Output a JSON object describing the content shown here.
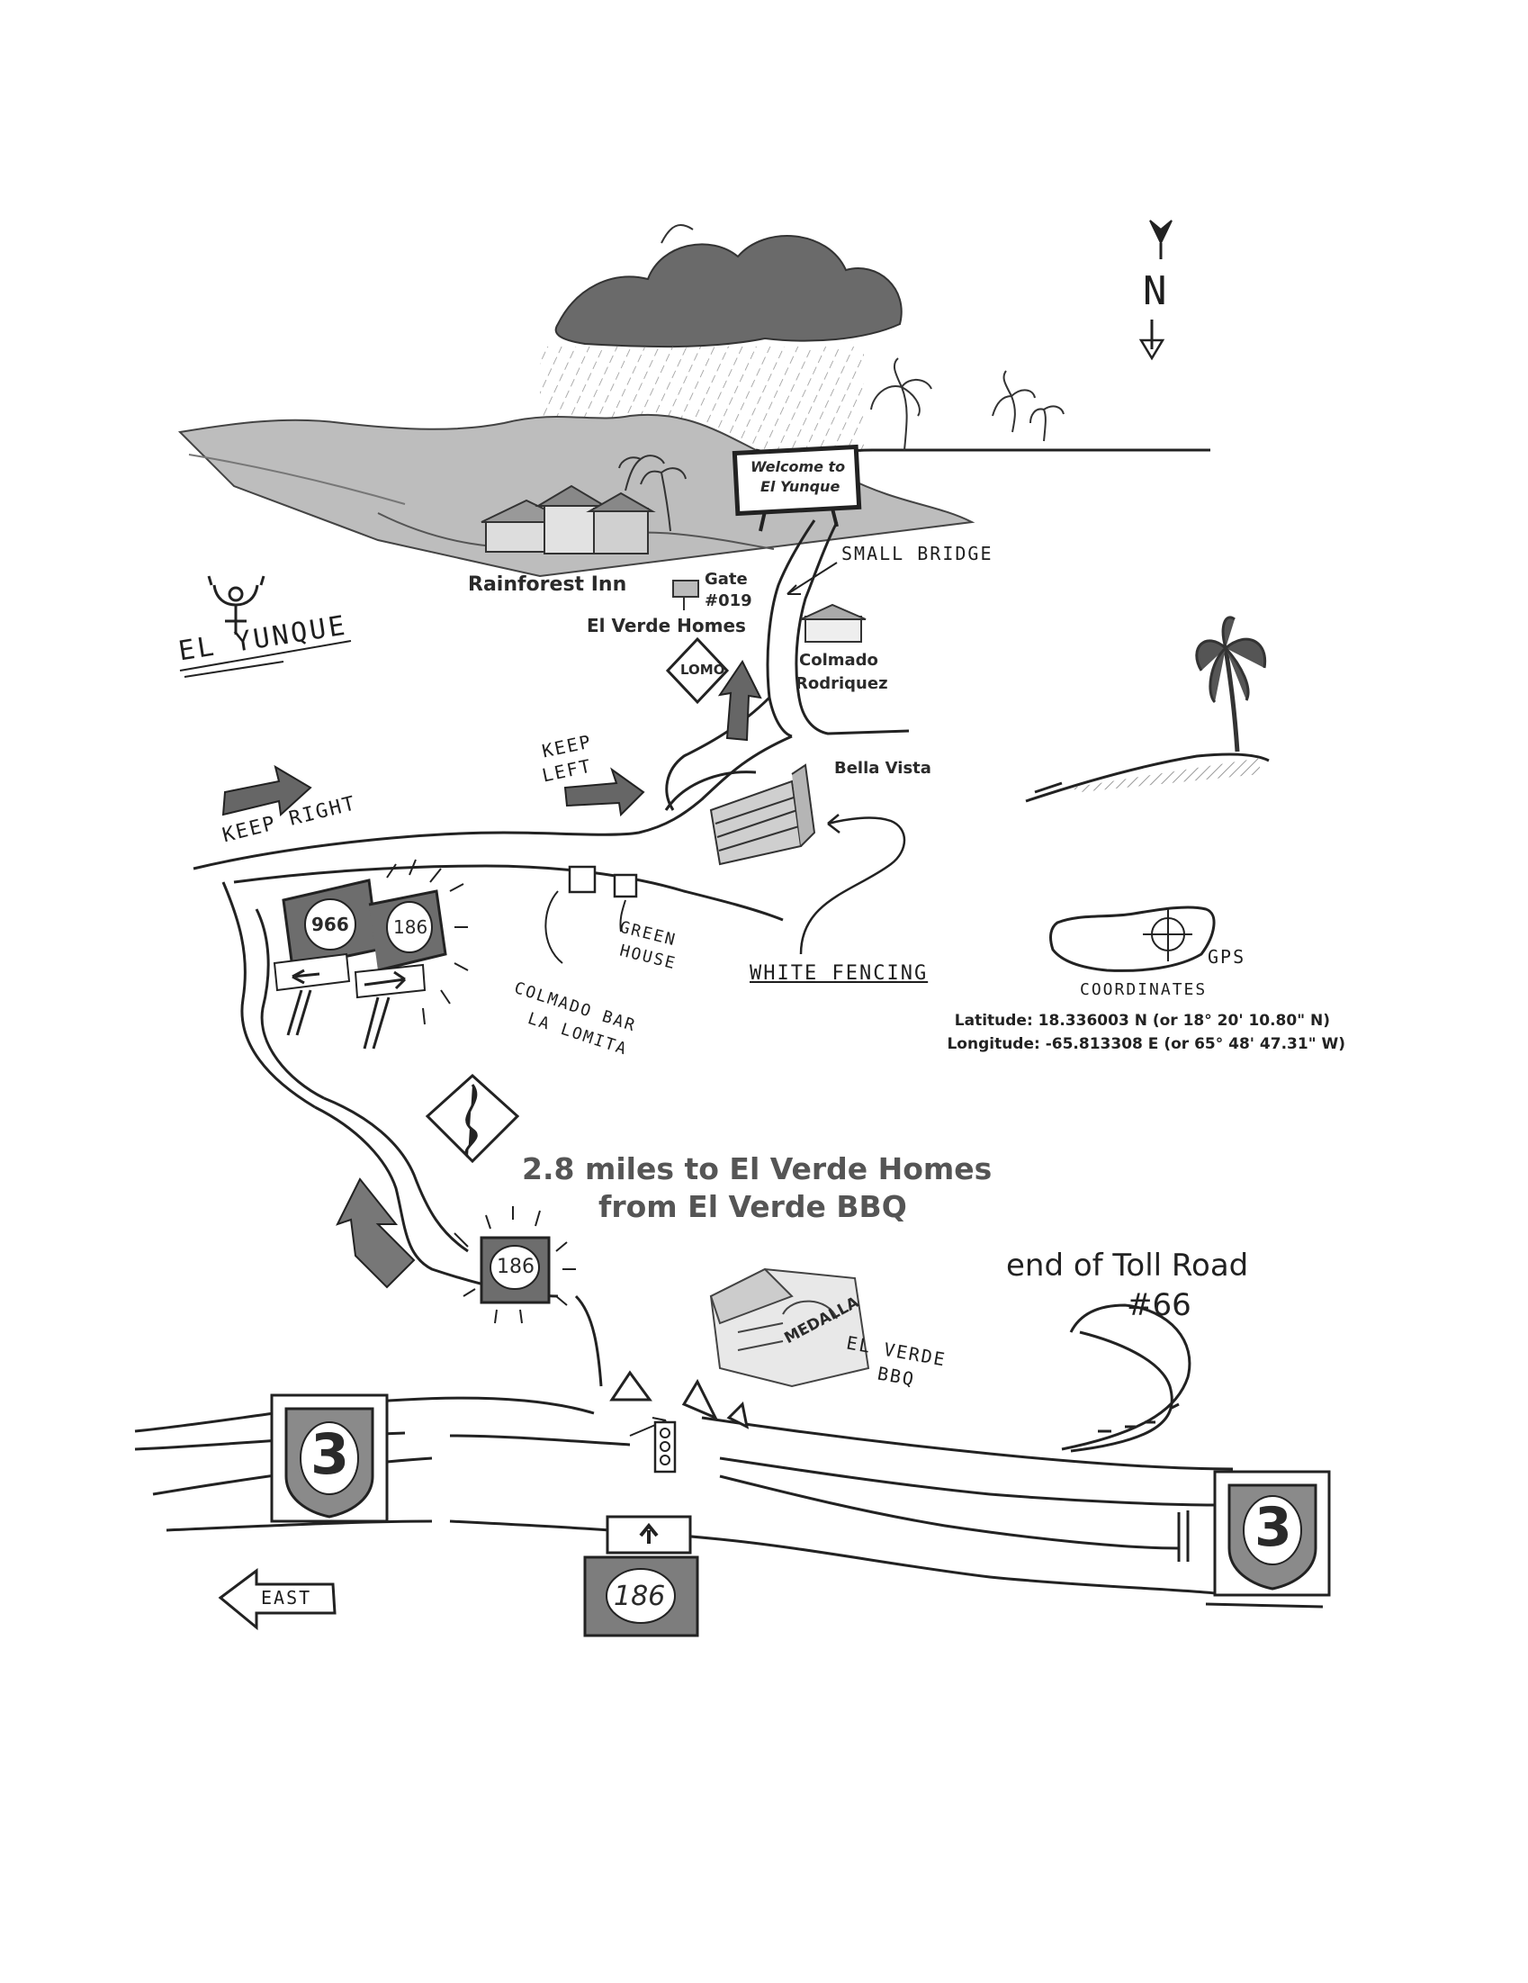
{
  "map": {
    "brand": {
      "name": "EL YUNQUE"
    },
    "compass": {
      "north_label": "N"
    },
    "signs": {
      "welcome_line1": "Welcome to",
      "welcome_line2": "El Yunque",
      "lomo_label": "LOMO",
      "route_966": "966",
      "route_186": "186",
      "route_3": "3"
    },
    "landmarks": {
      "rainforest_inn": "Rainforest Inn",
      "gate_line1": "Gate",
      "gate_line2": "#019",
      "el_verde_homes": "El Verde Homes",
      "small_bridge": "SMALL BRIDGE",
      "colmado_line1": "Colmado",
      "colmado_line2": "Rodriquez",
      "bella_vista": "Bella Vista",
      "green_house_line1": "GREEN",
      "green_house_line2": "HOUSE",
      "colmado_bar_line1": "COLMADO BAR",
      "colmado_bar_line2": "LA LOMITA",
      "white_fencing": "WHITE FENCING",
      "bbq_sign": "MEDALLA",
      "el_verde_bbq_line1": "EL VERDE",
      "el_verde_bbq_line2": "BBQ"
    },
    "directions": {
      "keep_right": "KEEP RIGHT",
      "keep_left_line1": "KEEP",
      "keep_left_line2": "LEFT",
      "distance_line1": "2.8 miles to El Verde Homes",
      "distance_line2": "from El Verde BBQ",
      "end_toll_line1": "end of Toll Road",
      "end_toll_line2": "#66",
      "east": "EAST"
    },
    "gps": {
      "heading_line1": "GPS",
      "heading_line2": "COORDINATES",
      "latitude": "Latitude: 18.336003 N (or 18° 20' 10.80\" N)",
      "longitude": "Longitude: -65.813308 E (or 65° 48' 47.31\" W)"
    }
  }
}
